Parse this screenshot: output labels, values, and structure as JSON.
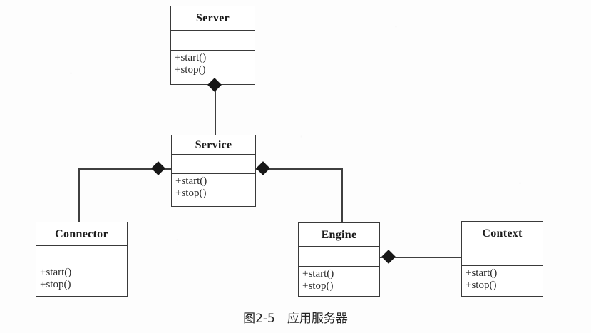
{
  "diagram": {
    "type": "uml-class-diagram",
    "classes": [
      {
        "id": "server",
        "name": "Server",
        "attributes": [],
        "operations": [
          "+start()",
          "+stop()"
        ]
      },
      {
        "id": "service",
        "name": "Service",
        "attributes": [],
        "operations": [
          "+start()",
          "+stop()"
        ]
      },
      {
        "id": "connector",
        "name": "Connector",
        "attributes": [],
        "operations": [
          "+start()",
          "+stop()"
        ]
      },
      {
        "id": "engine",
        "name": "Engine",
        "attributes": [],
        "operations": [
          "+start()",
          "+stop()"
        ]
      },
      {
        "id": "context",
        "name": "Context",
        "attributes": [],
        "operations": [
          "+start()",
          "+stop()"
        ]
      }
    ],
    "relationships": [
      {
        "type": "composition",
        "whole": "Server",
        "part": "Service",
        "diamond_at": "Server"
      },
      {
        "type": "composition",
        "whole": "Service",
        "part": "Connector",
        "diamond_at": "Service"
      },
      {
        "type": "composition",
        "whole": "Service",
        "part": "Engine",
        "diamond_at": "Service"
      },
      {
        "type": "composition",
        "whole": "Engine",
        "part": "Context",
        "diamond_at": "Engine"
      }
    ],
    "colors": {
      "line": "#3f3f3f",
      "border": "#3a3a3a",
      "diamond": "#171717",
      "text": "#1c1c1c",
      "background": "#fdfdfd"
    }
  },
  "caption": {
    "figure_number": "图2-5",
    "title": "应用服务器",
    "full": "图2-5　应用服务器"
  }
}
